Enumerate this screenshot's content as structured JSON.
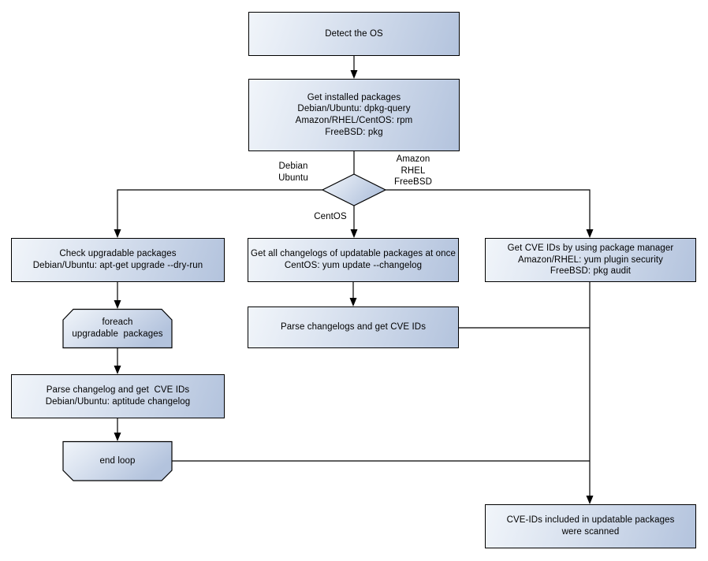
{
  "diagram": {
    "type": "flowchart",
    "background_color": "#ffffff",
    "colors": {
      "node_fill_light": "#f1f5fa",
      "node_fill_dark": "#b3c3dd",
      "node_border": "#000000",
      "connector": "#000000",
      "text": "#000000"
    },
    "nodes": {
      "detect_os": {
        "shape": "rect",
        "label": "Detect the OS"
      },
      "get_installed_packages": {
        "shape": "rect",
        "label": "Get installed packages\nDebian/Ubuntu: dpkg-query\nAmazon/RHEL/CentOS: rpm\nFreeBSD: pkg"
      },
      "os_decision": {
        "shape": "diamond",
        "label": ""
      },
      "check_upgradable_packages": {
        "shape": "rect",
        "label": "Check upgradable packages\nDebian/Ubuntu: apt-get upgrade --dry-run"
      },
      "foreach_loop": {
        "shape": "loop-start",
        "label": "foreach\nupgradable  packages"
      },
      "parse_changelog": {
        "shape": "rect",
        "label": "Parse changelog and get  CVE IDs\nDebian/Ubuntu: aptitude changelog"
      },
      "end_loop": {
        "shape": "loop-end",
        "label": "end loop"
      },
      "get_all_changelogs": {
        "shape": "rect",
        "label": "Get all changelogs of updatable packages at once\nCentOS: yum update --changelog"
      },
      "parse_changelogs": {
        "shape": "rect",
        "label": "Parse changelogs and get CVE IDs"
      },
      "get_cve_ids_pkg_manager": {
        "shape": "rect",
        "label": "Get CVE IDs by using package manager\nAmazon/RHEL: yum plugin security\nFreeBSD: pkg audit"
      },
      "cve_ids_scanned": {
        "shape": "rect",
        "label": "CVE-IDs included in updatable packages\nwere scanned"
      }
    },
    "edge_labels": {
      "debian_ubuntu": "Debian\nUbuntu",
      "centos": "CentOS",
      "amazon_rhel_freebsd": "Amazon\nRHEL\nFreeBSD"
    }
  }
}
